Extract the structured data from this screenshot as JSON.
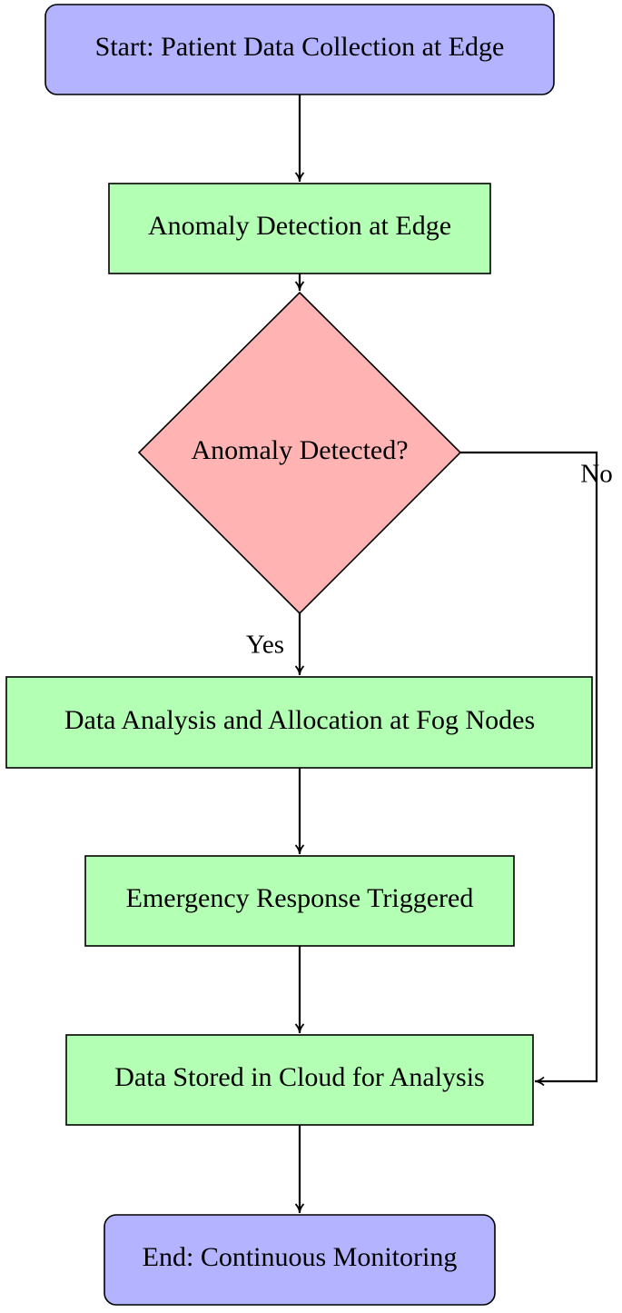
{
  "colors": {
    "terminal_fill": "#b3b3ff",
    "process_fill": "#b3ffb3",
    "decision_fill": "#ffb3b3",
    "stroke": "#000000"
  },
  "nodes": {
    "start": "Start: Patient Data Collection at Edge",
    "edge_detection": "Anomaly Detection at Edge",
    "decision": "Anomaly Detected?",
    "fog_analysis": "Data Analysis and Allocation at Fog Nodes",
    "emergency": "Emergency Response Triggered",
    "cloud_storage": "Data Stored in Cloud for Analysis",
    "end": "End: Continuous Monitoring"
  },
  "edges": {
    "yes_label": "Yes",
    "no_label": "No"
  }
}
